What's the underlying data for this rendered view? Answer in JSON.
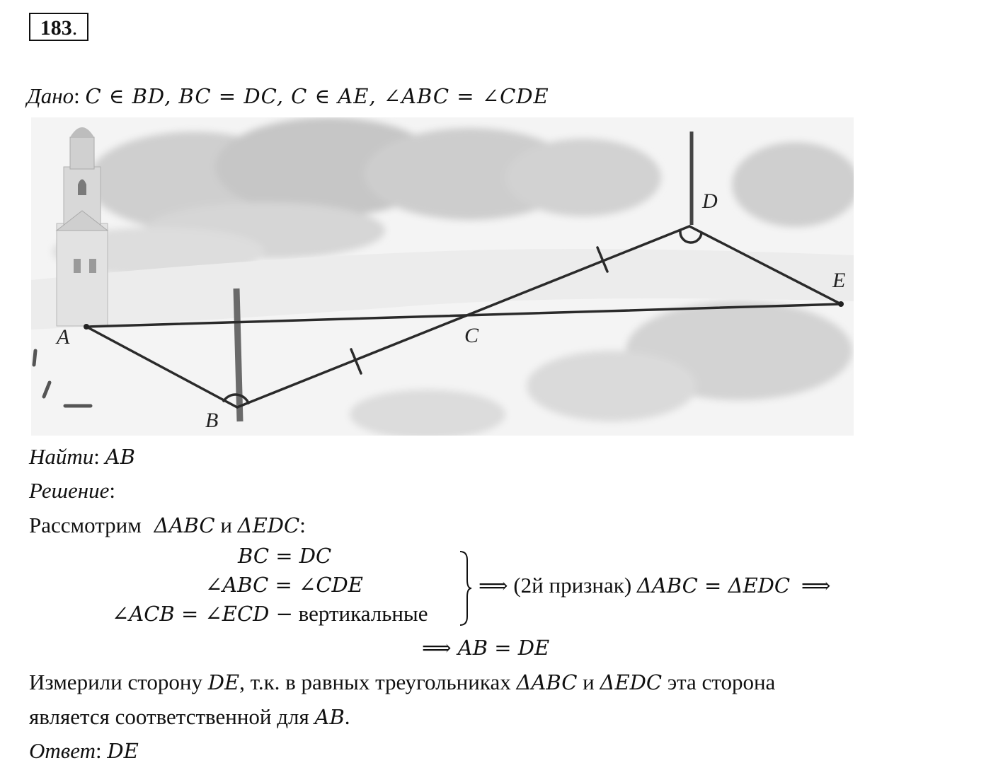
{
  "problem": {
    "number": "183",
    "number_suffix": "."
  },
  "given": {
    "label": "Дано",
    "colon": ":",
    "statement": "C ∈ BD, BC = DC, C ∈ AE, ∠ABC = ∠CDE"
  },
  "figure": {
    "points": {
      "A": "A",
      "B": "B",
      "C": "C",
      "D": "D",
      "E": "E"
    }
  },
  "find": {
    "label": "Найти",
    "colon": ":",
    "value": "AB"
  },
  "solution": {
    "label": "Решение",
    "colon": ":",
    "consider_text": "Рассмотрим",
    "consider_math_1": "ΔABC",
    "consider_and": "и",
    "consider_math_2": "ΔEDC",
    "consider_colon": ":",
    "system": [
      {
        "math": "BC = DC",
        "text": ""
      },
      {
        "math": "∠ABC = ∠CDE",
        "text": ""
      },
      {
        "math": "∠ACB = ∠ECD −",
        "text": "вертикальные"
      }
    ],
    "implies_1": "⟹",
    "criterion": "(2й признак)",
    "conclusion_math": "ΔABC = ΔEDC",
    "implies_2": "⟹",
    "result_line": "⟹ AB = DE",
    "explanation_1_a": "Измерили сторону",
    "explanation_1_math_1": "DE",
    "explanation_1_b": ", т.к. в равных треугольниках",
    "explanation_1_math_2": "ΔABC",
    "explanation_1_c": "и",
    "explanation_1_math_3": "ΔEDC",
    "explanation_1_d": "эта сторона",
    "explanation_2_a": "является соответственной для",
    "explanation_2_math": "AB",
    "explanation_2_b": "."
  },
  "answer": {
    "label": "Ответ",
    "colon": ":",
    "value": "DE"
  }
}
